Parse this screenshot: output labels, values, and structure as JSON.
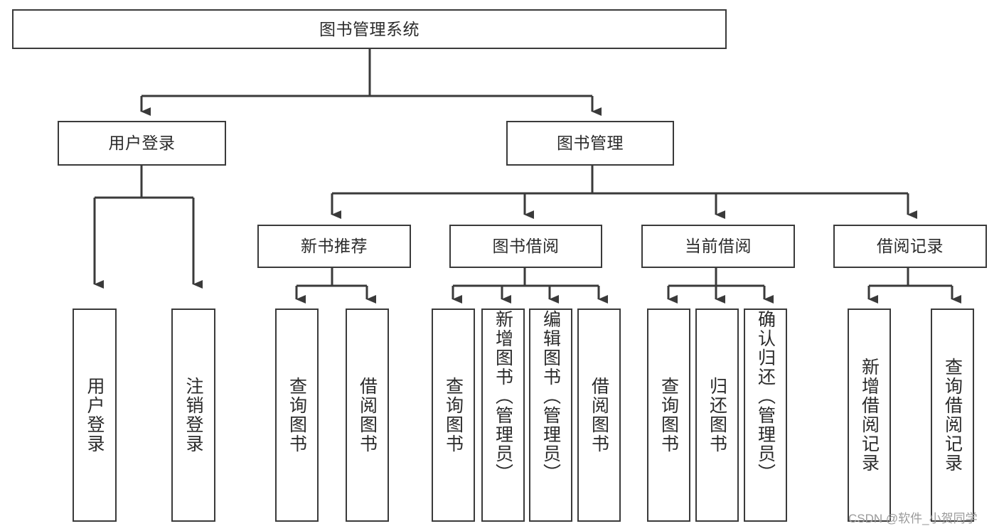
{
  "diagram": {
    "title": "图书管理系统",
    "type": "hierarchy-tree",
    "stroke_color": "#3a3a3a",
    "fill_color": "#ffffff",
    "text_color": "#2b2b2b",
    "levels": {
      "level1": [
        {
          "id": "root",
          "label": "图书管理系统"
        }
      ],
      "level2": [
        {
          "id": "user-login",
          "label": "用户登录"
        },
        {
          "id": "book-management",
          "label": "图书管理"
        }
      ],
      "level3": [
        {
          "id": "new-book-recommend",
          "label": "新书推荐"
        },
        {
          "id": "book-borrow",
          "label": "图书借阅"
        },
        {
          "id": "current-borrow",
          "label": "当前借阅"
        },
        {
          "id": "borrow-record",
          "label": "借阅记录"
        }
      ],
      "level4": [
        {
          "id": "leaf-user-login",
          "label": "用户登录"
        },
        {
          "id": "leaf-logout-login",
          "label": "注销登录"
        },
        {
          "id": "leaf-query-book-1",
          "label": "查询图书"
        },
        {
          "id": "leaf-borrow-book-1",
          "label": "借阅图书"
        },
        {
          "id": "leaf-query-book-2",
          "label": "查询图书"
        },
        {
          "id": "leaf-add-book-admin",
          "label": "新增图书（管理员）"
        },
        {
          "id": "leaf-edit-book-admin",
          "label": "编辑图书（管理员）"
        },
        {
          "id": "leaf-borrow-book-2",
          "label": "借阅图书"
        },
        {
          "id": "leaf-query-book-3",
          "label": "查询图书"
        },
        {
          "id": "leaf-return-book",
          "label": "归还图书"
        },
        {
          "id": "leaf-confirm-return-admin",
          "label": "确认归还（管理员）"
        },
        {
          "id": "leaf-add-borrow-record",
          "label": "新增借阅记录"
        },
        {
          "id": "leaf-query-borrow-record",
          "label": "查询借阅记录"
        }
      ]
    }
  },
  "watermark": {
    "text": "CSDN @软件_小贺同学"
  }
}
